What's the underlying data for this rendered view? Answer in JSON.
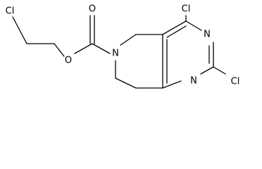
{
  "molecule": {
    "atoms": {
      "cl_left": "Cl",
      "o_ester": "O",
      "o_carbonyl": "O",
      "n_ring": "N",
      "cl_top": "Cl",
      "n_upper": "N",
      "cl_right": "Cl",
      "n_lower": "N"
    }
  }
}
